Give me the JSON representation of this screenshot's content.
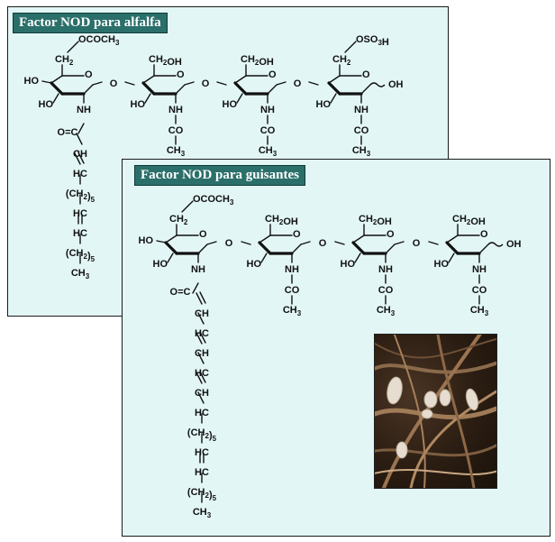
{
  "panels": {
    "alfalfa": {
      "title": "Factor NOD para alfalfa"
    },
    "guisantes": {
      "title": "Factor NOD para guisantes"
    }
  },
  "labels": {
    "ococh3": "OCOCH3",
    "oso3h": "OSO3H",
    "ch2": "CH2",
    "ch2oh": "CH2OH",
    "ho": "HO",
    "oh": "OH",
    "o": "O",
    "nh": "NH",
    "co": "CO",
    "ch3": "CH3",
    "ch2_5": "(CH2)5",
    "hc": "HC",
    "ch": "CH",
    "c_eq_o": "O=C"
  },
  "photo": {
    "subject": "root nodules on pea roots"
  }
}
